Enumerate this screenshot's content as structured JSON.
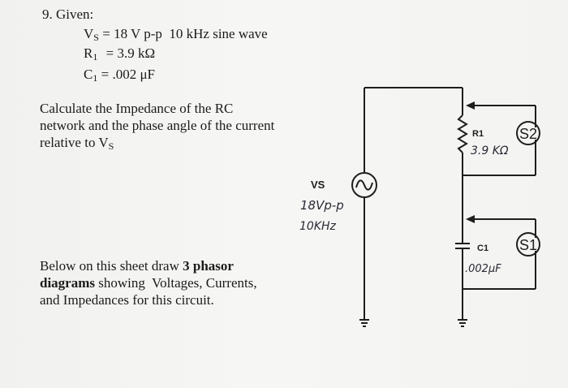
{
  "problem": {
    "number": "9. Given:",
    "given": [
      {
        "sym": "V",
        "sub": "S",
        "eq": "=",
        "value": "18 V p-p  10 kHz sine wave"
      },
      {
        "sym": "R",
        "sub": "1",
        "eq": "=",
        "value": "3.9 kΩ"
      },
      {
        "sym": "C",
        "sub": "1",
        "eq": "=",
        "value": ".002 μF"
      }
    ],
    "instruction_lines": [
      "Calculate the Impedance of the RC",
      "network and the phase angle of the current",
      "relative to V"
    ],
    "instruction_sub": "S",
    "draw": {
      "pre": "Below on this sheet draw ",
      "bold1": "3 phasor",
      "bold2": "diagrams",
      "post1": " showing  Voltages, Currents,",
      "line3": "and Impedances for this circuit."
    }
  },
  "circuit": {
    "source_label": "VS",
    "source_hand1": "18Vp-p",
    "source_hand2": "10KHz",
    "r_label": "R1",
    "r_hand": "3.9 KΩ",
    "c_label": "C1",
    "c_hand": ".002μF",
    "s2_label": "S2",
    "s1_label": "S1"
  }
}
